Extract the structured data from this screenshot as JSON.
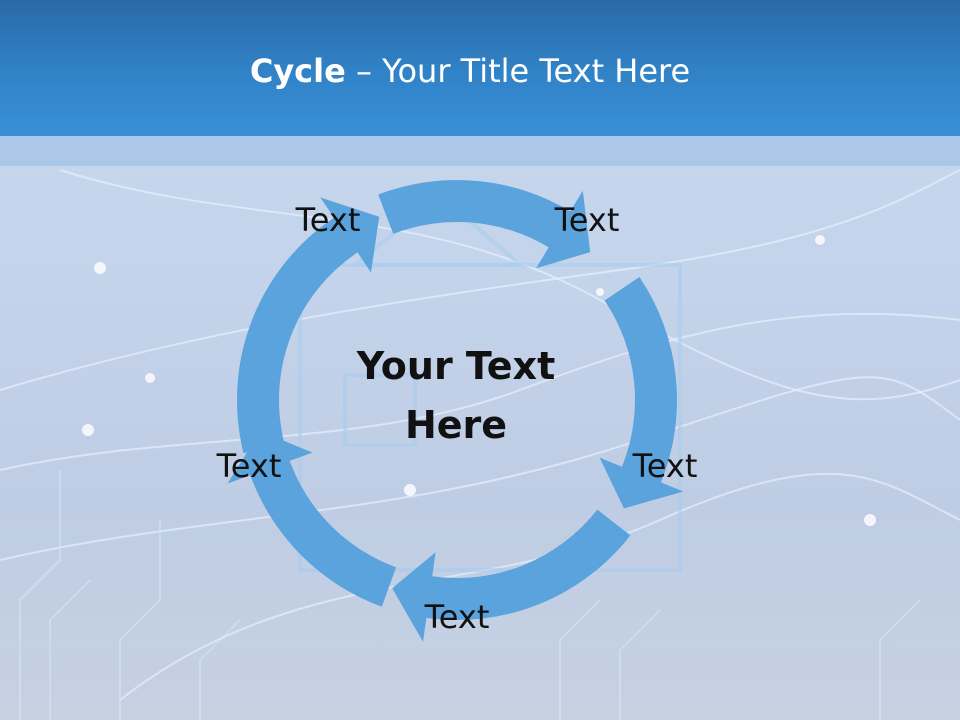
{
  "slide": {
    "title_bold": "Cycle",
    "title_rest": " – Your Title Text Here",
    "center_line1": "Your Text",
    "center_line2": "Here",
    "steps": [
      "Text",
      "Text",
      "Text",
      "Text",
      "Text"
    ],
    "colors": {
      "header": "#3183c8",
      "arrow": "#5aa3dd",
      "text": "#111111"
    }
  }
}
